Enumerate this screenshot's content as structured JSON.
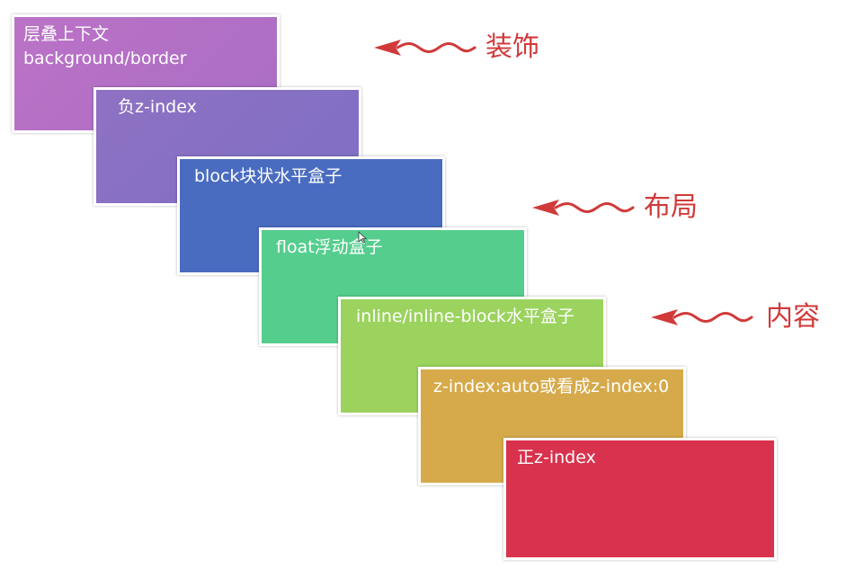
{
  "layers": [
    {
      "line1": "层叠上下文",
      "line2": "background/border",
      "color": "#b572c5"
    },
    {
      "label": "负z-index",
      "color": "#8770c3"
    },
    {
      "label": "block块状水平盒子",
      "color": "#4a6cc0"
    },
    {
      "label": "float浮动盒子",
      "color": "#55cd8d"
    },
    {
      "label": "inline/inline-block水平盒子",
      "color": "#9bd35e"
    },
    {
      "label": "z-index:auto或看成z-index:0",
      "color": "#d6aa4b"
    },
    {
      "label": "正z-index",
      "color": "#d9324e"
    }
  ],
  "annotations": [
    {
      "label": "装饰"
    },
    {
      "label": "布局"
    },
    {
      "label": "内容"
    }
  ],
  "annotation_color": "#d03a3a",
  "icons": [
    "wavy-arrow-icon",
    "mouse-cursor-icon"
  ]
}
